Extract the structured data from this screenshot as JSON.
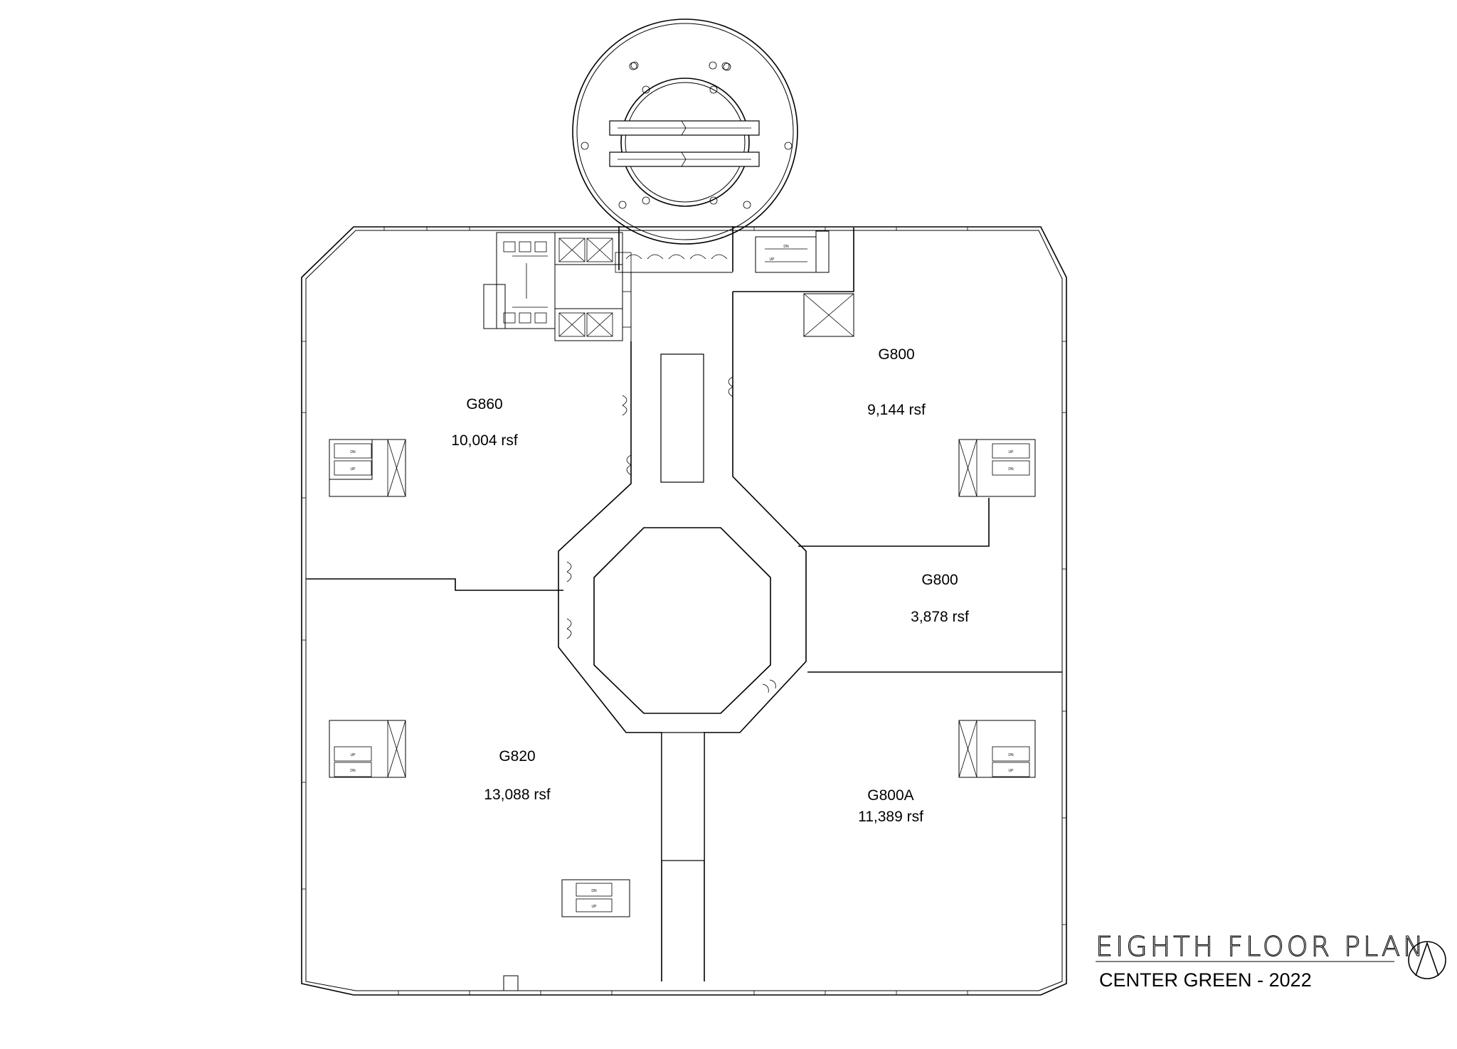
{
  "title": {
    "main": "EIGHTH FLOOR PLAN",
    "subtitle": "CENTER GREEN - 2022"
  },
  "suites": [
    {
      "name": "G860",
      "area": "10,004 rsf"
    },
    {
      "name": "G800",
      "area": "9,144 rsf"
    },
    {
      "name": "G800",
      "area": "3,878 rsf"
    },
    {
      "name": "G820",
      "area": "13,088 rsf"
    },
    {
      "name": "G800A",
      "area": "11,389 rsf"
    }
  ],
  "stair_labels": {
    "up": "UP",
    "down": "DN"
  },
  "icons": [
    "north-arrow-icon"
  ]
}
